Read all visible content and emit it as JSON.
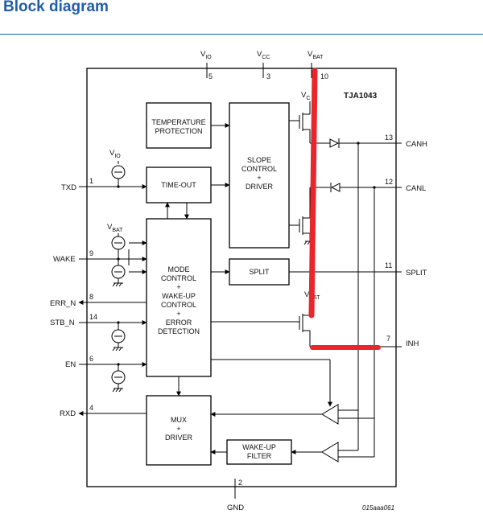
{
  "header": {
    "title": "Block diagram"
  },
  "chip": {
    "name": "TJA1043"
  },
  "blocks": {
    "temperature_protection": [
      "TEMPERATURE",
      "PROTECTION"
    ],
    "time_out": [
      "TIME-OUT"
    ],
    "slope_control": [
      "SLOPE",
      "CONTROL",
      "+",
      "DRIVER"
    ],
    "split": [
      "SPLIT"
    ],
    "mode_control": [
      "MODE",
      "CONTROL",
      "+",
      "WAKE-UP",
      "CONTROL",
      "+",
      "ERROR",
      "DETECTION"
    ],
    "mux": [
      "MUX",
      "+",
      "DRIVER"
    ],
    "wake_up_filter": [
      "WAKE-UP",
      "FILTER"
    ]
  },
  "pins": {
    "vio": {
      "label": "V",
      "sub": "IO",
      "num": "5"
    },
    "vcc": {
      "label": "V",
      "sub": "CC",
      "num": "3"
    },
    "vbat": {
      "label": "V",
      "sub": "BAT",
      "num": "10"
    },
    "txd": {
      "label": "TXD",
      "num": "1"
    },
    "wake": {
      "label": "WAKE",
      "num": "9"
    },
    "err_n": {
      "label": "ERR_N",
      "num": "8"
    },
    "stb_n": {
      "label": "STB_N",
      "num": "14"
    },
    "en": {
      "label": "EN",
      "num": "6"
    },
    "rxd": {
      "label": "RXD",
      "num": "4"
    },
    "canh": {
      "label": "CANH",
      "num": "13"
    },
    "canl": {
      "label": "CANL",
      "num": "12"
    },
    "split_pin": {
      "label": "SPLIT",
      "num": "11"
    },
    "inh": {
      "label": "INH",
      "num": "7"
    },
    "gnd": {
      "label": "GND",
      "num": "2"
    }
  },
  "internal_labels": {
    "vio_src": {
      "label": "V",
      "sub": "IO"
    },
    "vbat_src": {
      "label": "V",
      "sub": "BAT"
    },
    "vcc_fet": {
      "label": "V",
      "sub": "C"
    },
    "vbat_fet": {
      "label": "V",
      "sub": "BAT"
    }
  },
  "figure_id": "015aaa061",
  "colors": {
    "title": "#1f5ea8",
    "markup": "#e8262b",
    "line": "#000000"
  }
}
